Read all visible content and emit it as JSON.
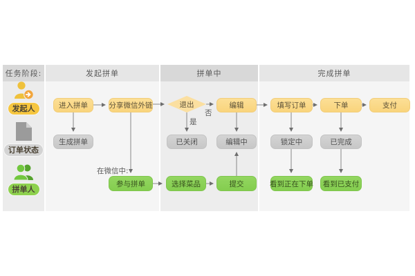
{
  "sidebar": {
    "header": "任务阶段:",
    "roles": [
      {
        "label": "发起人",
        "icon": "initiator-person-icon"
      },
      {
        "label": "订单状态",
        "icon": "order-document-icon"
      },
      {
        "label": "拼单人",
        "icon": "participants-people-icon"
      }
    ]
  },
  "phases": [
    {
      "label": "发起拼单"
    },
    {
      "label": "拼单中"
    },
    {
      "label": "完成拼单"
    }
  ],
  "flow": {
    "nodes": {
      "enter": {
        "label": "进入拼单",
        "type": "action"
      },
      "share": {
        "label": "分享微信外链",
        "type": "action"
      },
      "generated": {
        "label": "生成拼单",
        "type": "status"
      },
      "exit": {
        "label": "退出",
        "type": "decision"
      },
      "closed": {
        "label": "已关闭",
        "type": "status"
      },
      "edit": {
        "label": "编辑",
        "type": "action"
      },
      "editing": {
        "label": "编辑中",
        "type": "status"
      },
      "fill": {
        "label": "填写订单",
        "type": "action"
      },
      "order": {
        "label": "下单",
        "type": "action"
      },
      "pay": {
        "label": "支付",
        "type": "action"
      },
      "locked": {
        "label": "锁定中",
        "type": "status"
      },
      "done": {
        "label": "已完成",
        "type": "status"
      },
      "join": {
        "label": "参与拼单",
        "type": "participant"
      },
      "choose": {
        "label": "选择菜品",
        "type": "participant"
      },
      "submit": {
        "label": "提交",
        "type": "participant"
      },
      "see_ordering": {
        "label": "看到正在下单",
        "type": "participant"
      },
      "see_paid": {
        "label": "看到已支付",
        "type": "participant"
      }
    },
    "edge_labels": {
      "yes": "是",
      "no": "否",
      "in_wechat": "在微信中:"
    },
    "edges": [
      {
        "from": "enter",
        "to": "share"
      },
      {
        "from": "enter",
        "to": "generated"
      },
      {
        "from": "share",
        "to": "exit"
      },
      {
        "from": "share",
        "to": "join",
        "label": "在微信中:"
      },
      {
        "from": "exit",
        "to": "closed",
        "label": "是"
      },
      {
        "from": "exit",
        "to": "edit",
        "label": "否"
      },
      {
        "from": "edit",
        "to": "editing"
      },
      {
        "from": "submit",
        "to": "editing"
      },
      {
        "from": "edit",
        "to": "fill"
      },
      {
        "from": "fill",
        "to": "order"
      },
      {
        "from": "order",
        "to": "pay"
      },
      {
        "from": "fill",
        "to": "locked"
      },
      {
        "from": "order",
        "to": "done"
      },
      {
        "from": "locked",
        "to": "see_ordering"
      },
      {
        "from": "done",
        "to": "see_paid"
      },
      {
        "from": "join",
        "to": "choose"
      },
      {
        "from": "choose",
        "to": "submit"
      }
    ]
  },
  "colors": {
    "action_box": "#fbd987",
    "decision_diamond": "#fbdfa0",
    "status_box": "#cdcdcd",
    "participant_box": "#8dd159",
    "phase_header_dark": "#d8d8d8",
    "phase_header_light": "#e6e6e6",
    "sidebar_bg": "#ececec",
    "arrow": "#878787"
  }
}
